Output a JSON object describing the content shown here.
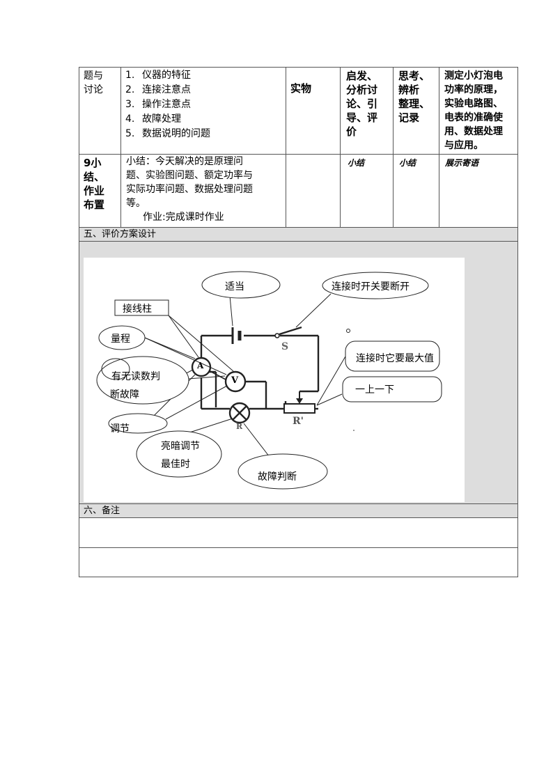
{
  "table": {
    "row1": {
      "col1": [
        "题与",
        "讨论"
      ],
      "items": [
        {
          "num": "1.",
          "text": "仪器的特征"
        },
        {
          "num": "2.",
          "text": "连接注意点"
        },
        {
          "num": "3.",
          "text": "操作注意点"
        },
        {
          "num": "4.",
          "text": "故障处理"
        },
        {
          "num": "5.",
          "text": "数据说明的问题"
        }
      ],
      "col3": "实物",
      "col4": [
        "启发、",
        "分析讨",
        "论、引",
        "导、评",
        "价"
      ],
      "col5": [
        "思考、",
        "辨析",
        "整理、",
        "记录"
      ],
      "col6": [
        "测定小灯泡电",
        "功率的原理，",
        "实验电路图、",
        "电表的准确使",
        "用、数据处理",
        "与应用。"
      ]
    },
    "row2": {
      "col1": [
        "9小",
        "结、",
        "作业",
        "布置"
      ],
      "summary": [
        "小结：今天解决的是原理问",
        "题、实验图问题、额定功率与",
        "实际功率问题、数据处理问题",
        "等。"
      ],
      "homework": "作业:完成课时作业",
      "col4": "小结",
      "col5": "小结",
      "col6": "展示寄语"
    }
  },
  "section5": {
    "title": "五、评价方案设计"
  },
  "diagram": {
    "labels": {
      "shidang": "适当",
      "switch_note": "连接时开关要断开",
      "terminal": "接线柱",
      "range": "量程",
      "reading_1": "有无读数判",
      "reading_2": "断故障",
      "max_value": "连接时它要最大值",
      "up_down": "一上一下",
      "adjust": "调节",
      "bright_1": "亮暗调节",
      "bright_2": "最佳时",
      "fault": "故障判断"
    },
    "symbols": {
      "switch": "S",
      "rheostat": "R'",
      "lamp_label": "R",
      "ammeter": "A",
      "voltmeter": "V"
    }
  },
  "section6": {
    "title": "六、备注"
  }
}
